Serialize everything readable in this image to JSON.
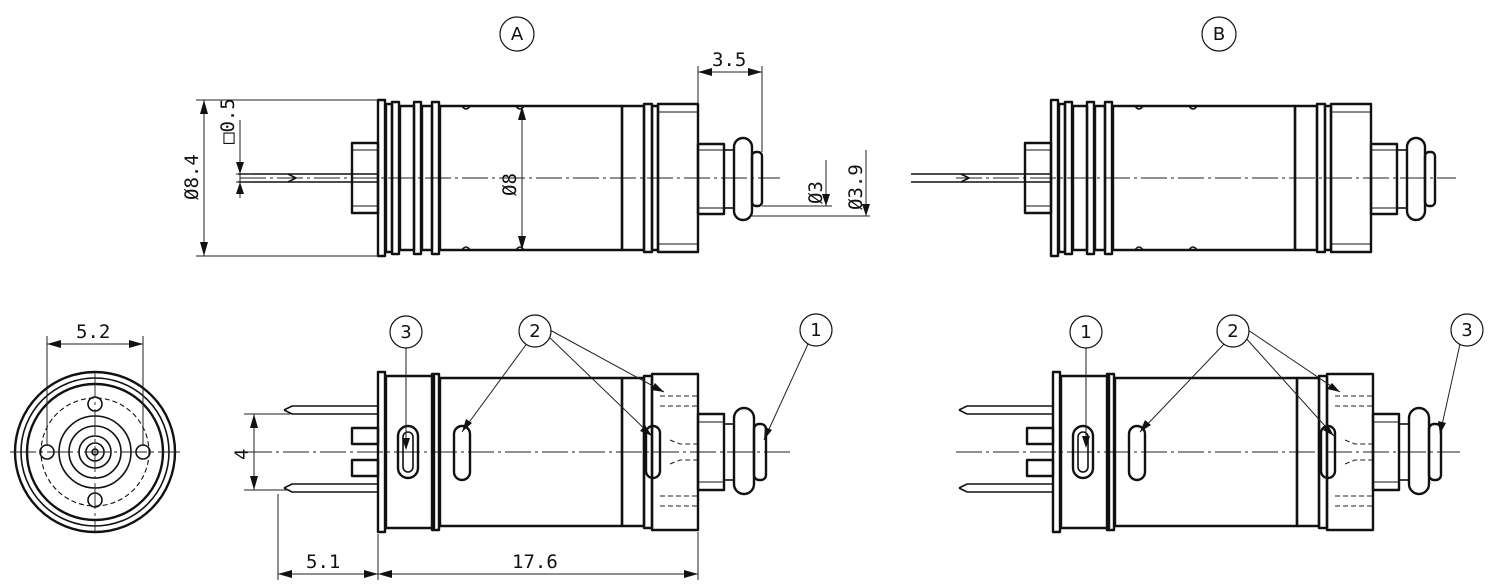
{
  "views": {
    "a": {
      "label": "A"
    },
    "b": {
      "label": "B"
    }
  },
  "dimensions": {
    "d84": "Ø8.4",
    "sq05": "□0.5",
    "d8": "Ø8",
    "len35": "3.5",
    "d3": "Ø3",
    "d39": "Ø3.9",
    "w52": "5.2",
    "h4": "4",
    "len51": "5.1",
    "len176": "17.6"
  },
  "callouts": {
    "a3": "3",
    "a2": "2",
    "a1": "1",
    "b1": "1",
    "b2": "2",
    "b3": "3"
  }
}
